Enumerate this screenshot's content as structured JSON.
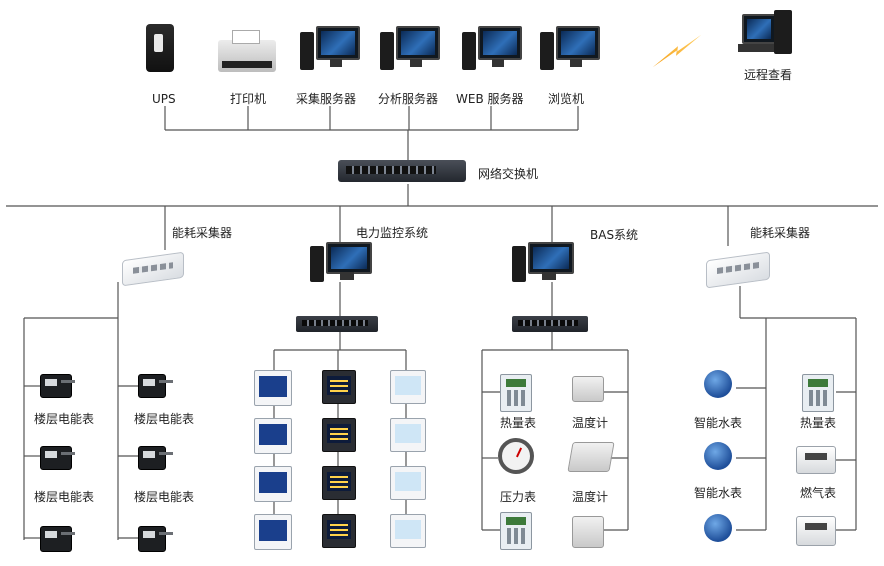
{
  "top_devices": {
    "ups": "UPS",
    "printer": "打印机",
    "collect_server": "采集服务器",
    "analysis_server": "分析服务器",
    "web_server": "WEB 服务器",
    "browser": "浏览机",
    "remote": "远程查看"
  },
  "network_switch": "网络交换机",
  "branches": {
    "collector_left": "能耗采集器",
    "power_monitor": "电力监控系统",
    "bas": "BAS系统",
    "collector_right": "能耗采集器"
  },
  "floor_meters": [
    "楼层电能表",
    "楼层电能表",
    "楼层电能表",
    "楼层电能表"
  ],
  "bas_devices": {
    "heat_meter": "热量表",
    "temp_1": "温度计",
    "pressure": "压力表",
    "temp_2": "温度计"
  },
  "right_devices": {
    "water_1": "智能水表",
    "heat_meter": "热量表",
    "water_2": "智能水表",
    "gas": "燃气表"
  },
  "colors": {
    "line": "#555555",
    "bolt": "#f6a11a"
  }
}
